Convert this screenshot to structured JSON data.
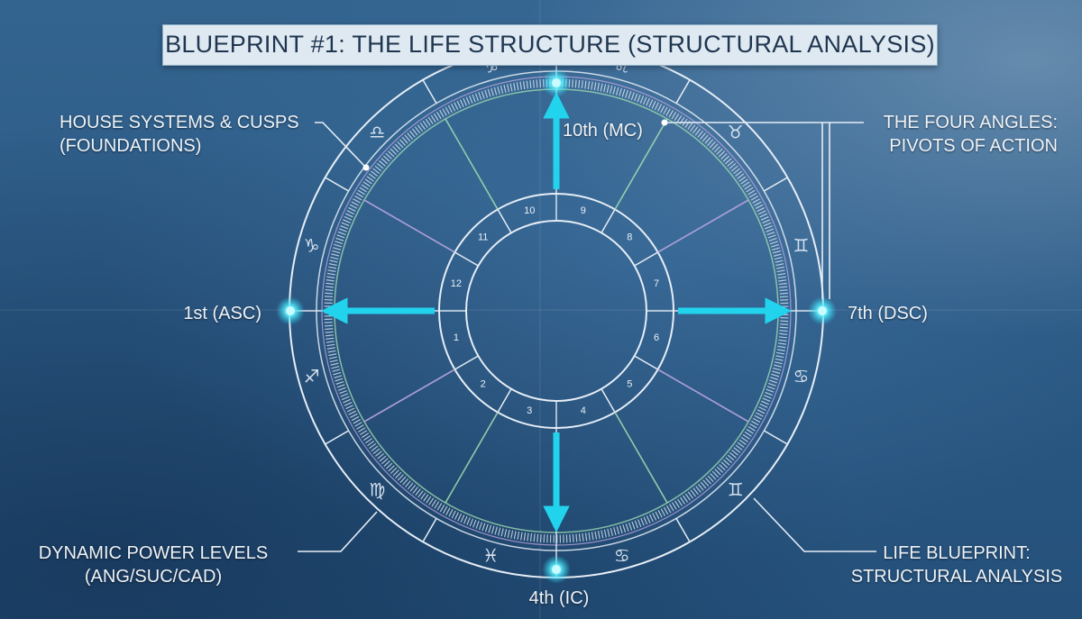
{
  "title": "BLUEPRINT #1: THE LIFE STRUCTURE (STRUCTURAL ANALYSIS)",
  "callouts": {
    "house_systems": [
      "HOUSE SYSTEMS & CUSPS",
      "(FOUNDATIONS)"
    ],
    "four_angles": [
      "THE FOUR ANGLES:",
      "PIVOTS OF ACTION"
    ],
    "power_levels": [
      "DYNAMIC POWER LEVELS",
      "(ANG/SUC/CAD)"
    ],
    "life_blueprint": [
      "LIFE BLUEPRINT:",
      "STRUCTURAL ANALYSIS"
    ]
  },
  "angles": {
    "asc": "1st (ASC)",
    "dsc": "7th (DSC)",
    "mc": "10th (MC)",
    "ic": "4th (IC)"
  },
  "houses": [
    "1",
    "2",
    "3",
    "4",
    "5",
    "6",
    "7",
    "8",
    "9",
    "10",
    "11",
    "12"
  ],
  "zodiac_glyphs": [
    "♑",
    "♌",
    "♉",
    "♊",
    "♋",
    "♊",
    "♋",
    "♓",
    "♍",
    "♐",
    "♑",
    "♎"
  ],
  "colors": {
    "background": "#2c5a86",
    "line": "#e6eef6",
    "arrow": "#22d3ee",
    "accent_green": "#9ed8b0",
    "accent_violet": "#b9a6e0",
    "title_box": "#dfe9f1"
  }
}
